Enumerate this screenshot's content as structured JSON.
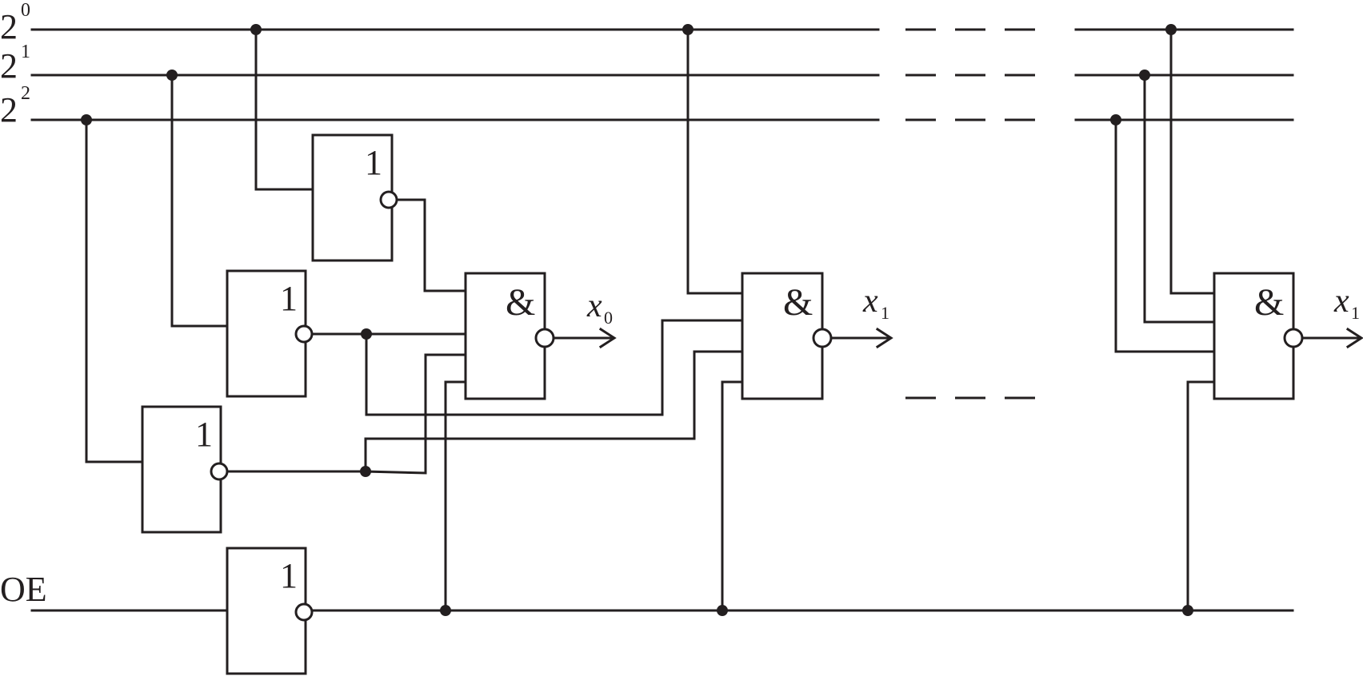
{
  "bus": {
    "b0_base": "2",
    "b0_exp": "0",
    "b1_base": "2",
    "b1_exp": "1",
    "b2_base": "2",
    "b2_exp": "2",
    "oe": "OE"
  },
  "gates": {
    "inv_b0": "1",
    "inv_b1": "1",
    "inv_b2": "1",
    "inv_oe": "1",
    "and_x0": "&",
    "and_x1": "&",
    "and_last": "&"
  },
  "outputs": {
    "x0_var": "x",
    "x0_sub": "0",
    "x1_var": "x",
    "x1_sub": "1",
    "xlast_var": "x",
    "xlast_sub": "1"
  }
}
